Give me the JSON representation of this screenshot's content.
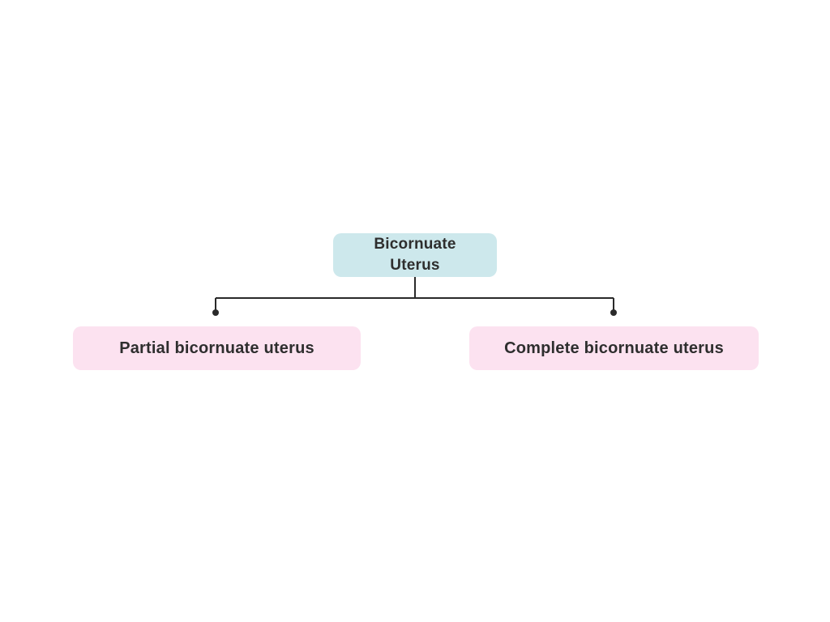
{
  "diagram": {
    "title_node": {
      "label": "Bicornuate Uterus"
    },
    "children": [
      {
        "label": "Partial bicornuate uterus"
      },
      {
        "label": "Complete bicornuate uterus"
      }
    ],
    "colors": {
      "root_bg": "#cde8ec",
      "child_bg": "#fce2f0",
      "text": "#2e2e2e",
      "line": "#2a2a2a",
      "canvas_bg": "#ffffff"
    }
  }
}
